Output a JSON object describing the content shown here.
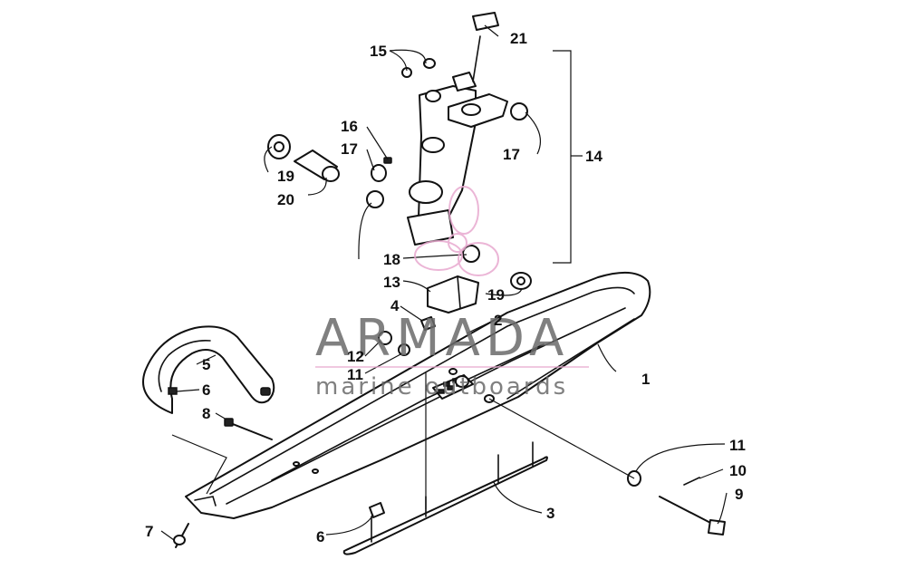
{
  "callouts": {
    "c1": "1",
    "c2": "2",
    "c3": "3",
    "c4": "4",
    "c5": "5",
    "c6a": "6",
    "c6b": "6",
    "c7": "7",
    "c8": "8",
    "c9": "9",
    "c10": "10",
    "c11a": "11",
    "c11b": "11",
    "c12": "12",
    "c13": "13",
    "c14": "14",
    "c15": "15",
    "c16": "16",
    "c17a": "17",
    "c17b": "17",
    "c18": "18",
    "c19a": "19",
    "c19b": "19",
    "c20": "20",
    "c21": "21"
  },
  "watermark": {
    "brand": "ARMADA",
    "tagline": "marine outboards",
    "colors": {
      "text": "#6b6b6b",
      "accent": "#e8a9cf"
    }
  },
  "colors": {
    "line": "#111111",
    "background": "#ffffff"
  }
}
